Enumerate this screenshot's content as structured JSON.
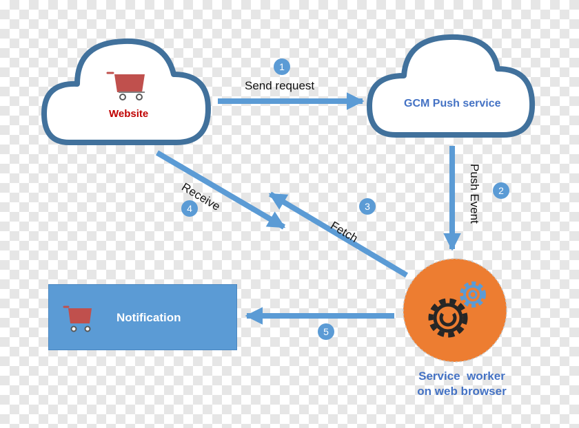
{
  "nodes": {
    "website": {
      "label": "Website",
      "color": "#c00000"
    },
    "gcm": {
      "label": "GCM Push service",
      "color": "#4472c4"
    },
    "notification": {
      "label": "Notification",
      "color": "#ffffff",
      "fill": "#5b9bd5"
    },
    "service_worker": {
      "line1": "Service  worker",
      "line2": "on web browser",
      "color": "#4472c4",
      "fill": "#ed7d31"
    }
  },
  "steps": [
    {
      "number": "1",
      "label": "Send request"
    },
    {
      "number": "2",
      "label": "Push Event"
    },
    {
      "number": "3",
      "label": "Fetch"
    },
    {
      "number": "4",
      "label": "Receive"
    },
    {
      "number": "5",
      "label": ""
    }
  ],
  "colors": {
    "cloud_outline": "#41719c",
    "arrow": "#5b9bd5",
    "badge": "#5b9bd5",
    "cart": "#c0504d"
  },
  "icons": [
    "cloud-icon",
    "shopping-cart-icon",
    "gears-icon"
  ]
}
